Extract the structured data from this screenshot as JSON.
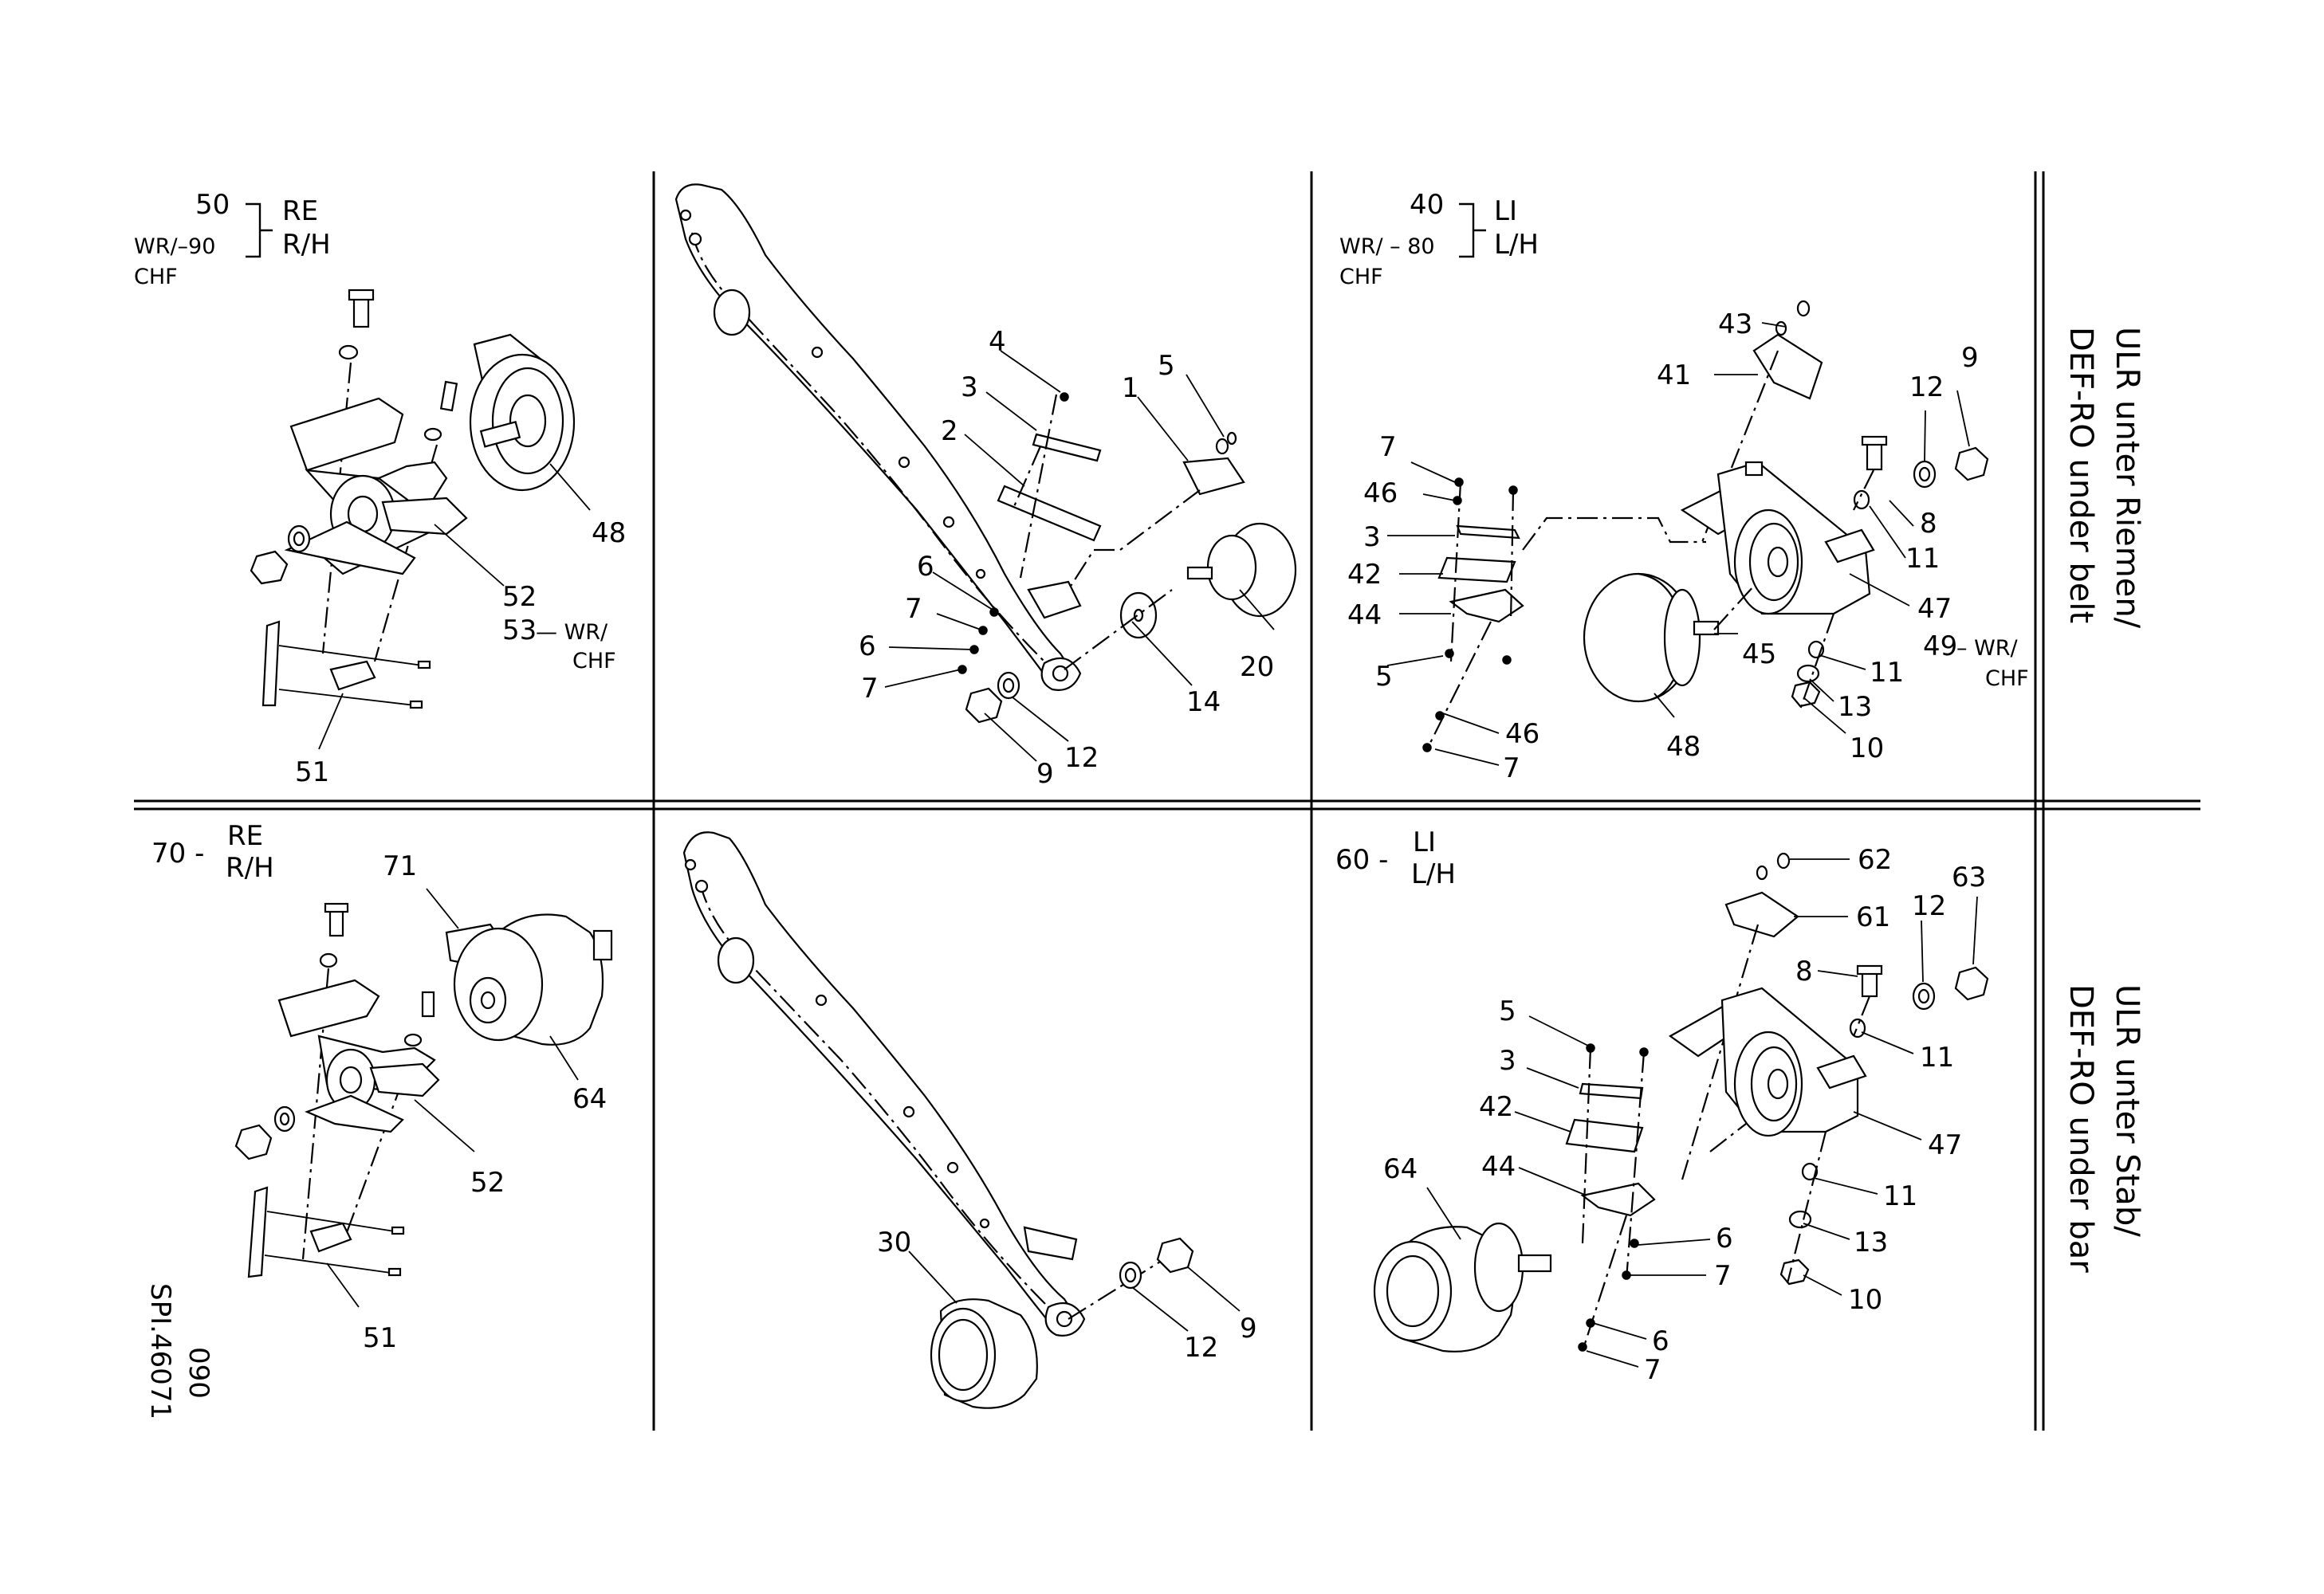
{
  "headers": {
    "q1": {
      "top": "50",
      "bottom": "WR/–90",
      "note": "CHF",
      "side_top": "RE",
      "side_bottom": "R/H"
    },
    "q3": {
      "top": "40",
      "bottom": "WR/ – 80",
      "note": "CHF",
      "side_top": "LI",
      "side_bottom": "L/H"
    },
    "q4": {
      "prefix": "70 -",
      "side_top": "RE",
      "side_bottom": "R/H"
    },
    "q6": {
      "prefix": "60 -",
      "side_top": "LI",
      "side_bottom": "L/H"
    }
  },
  "side_titles": {
    "upper": [
      "ULR unter Riemen/",
      "DEF-RO under belt"
    ],
    "lower": [
      "ULR unter Stab/",
      "DEF-RO under bar"
    ]
  },
  "drawing_code": [
    "SPI.46071",
    "090"
  ],
  "labels": {
    "q1": {
      "l48": "48",
      "l52": "52",
      "l53": "53",
      "l53s": "— WR/",
      "l53c": "CHF",
      "l51": "51"
    },
    "q2": {
      "l4": "4",
      "l3": "3",
      "l2": "2",
      "l1": "1",
      "l5": "5",
      "l6a": "6",
      "l7a": "7",
      "l6b": "6",
      "l7b": "7",
      "l20": "20",
      "l14": "14",
      "l9": "9",
      "l12": "12"
    },
    "q3": {
      "l43": "43",
      "l41": "41",
      "l9": "9",
      "l12": "12",
      "l7a": "7",
      "l46a": "46",
      "l3": "3",
      "l42": "42",
      "l44": "44",
      "l5": "5",
      "l8": "8",
      "l11a": "11",
      "l47": "47",
      "l45": "45",
      "l49": "49",
      "l49s": "– WR/",
      "l49c": "CHF",
      "l11b": "11",
      "l13": "13",
      "l10": "10",
      "l46b": "46",
      "l7b": "7",
      "l48": "48"
    },
    "q4": {
      "l71": "71",
      "l64": "64",
      "l52": "52",
      "l51": "51"
    },
    "q5": {
      "l30": "30",
      "l12": "12",
      "l9": "9"
    },
    "q6": {
      "l62": "62",
      "l61": "61",
      "l63": "63",
      "l12": "12",
      "l8": "8",
      "l5": "5",
      "l11a": "11",
      "l3": "3",
      "l42": "42",
      "l47": "47",
      "l64": "64",
      "l44": "44",
      "l11b": "11",
      "l6a": "6",
      "l13": "13",
      "l7a": "7",
      "l10": "10",
      "l6b": "6",
      "l7b": "7"
    }
  }
}
